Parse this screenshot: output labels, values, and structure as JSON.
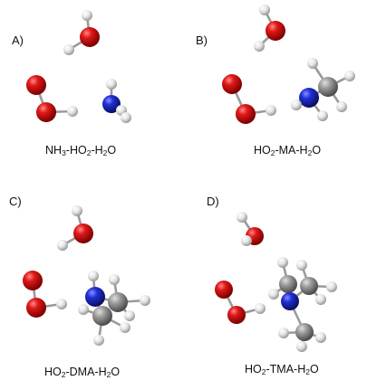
{
  "panels": [
    {
      "letter": "A)",
      "caption": [
        "NH",
        "3",
        "-HO",
        "2",
        "-H",
        "2",
        "O"
      ]
    },
    {
      "letter": "B)",
      "caption": [
        "HO",
        "2",
        "-MA-H",
        "2",
        "O"
      ]
    },
    {
      "letter": "C)",
      "caption": [
        "HO",
        "2",
        "-DMA-H",
        "2",
        "O"
      ]
    },
    {
      "letter": "D)",
      "caption": [
        "HO",
        "2",
        "-TMA-H",
        "2",
        "O"
      ]
    }
  ],
  "atom_colors": {
    "O": "#d01010",
    "N": "#1a22c8",
    "C": "#8a8a8a",
    "H": "#e8e8e8"
  }
}
